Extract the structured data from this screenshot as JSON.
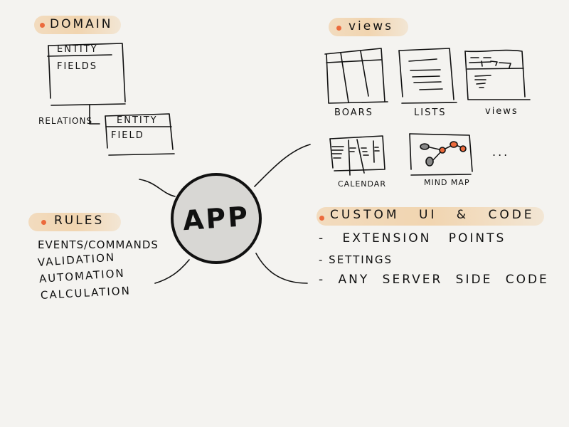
{
  "center": {
    "label": "APP",
    "fill": "#d8d7d4"
  },
  "accent_color": "#ec6a3c",
  "highlight_color": "#f0cd9f",
  "domain": {
    "heading": "Domain",
    "entity_box": {
      "title": "Entity",
      "body": "Fields"
    },
    "relation_label": "Relations",
    "related_entity_box": {
      "title": "Entity",
      "body": "Field"
    }
  },
  "views": {
    "heading": "Views",
    "thumbnails": [
      {
        "label": "Boars",
        "icon": "board-icon"
      },
      {
        "label": "Lists",
        "icon": "list-icon"
      },
      {
        "label": "Views",
        "icon": "form-view-icon"
      },
      {
        "label": "Calendar",
        "icon": "calendar-icon"
      },
      {
        "label": "Mind Map",
        "icon": "mind-map-icon"
      }
    ],
    "more": "..."
  },
  "rules": {
    "heading": "Rules",
    "items": [
      "Events/Commands",
      "Validation",
      "Automation",
      "Calculation"
    ]
  },
  "custom": {
    "heading": "Custom UI & Code",
    "items": [
      "- Extension Points",
      "- Settings",
      "- Any Server Side Code"
    ]
  }
}
